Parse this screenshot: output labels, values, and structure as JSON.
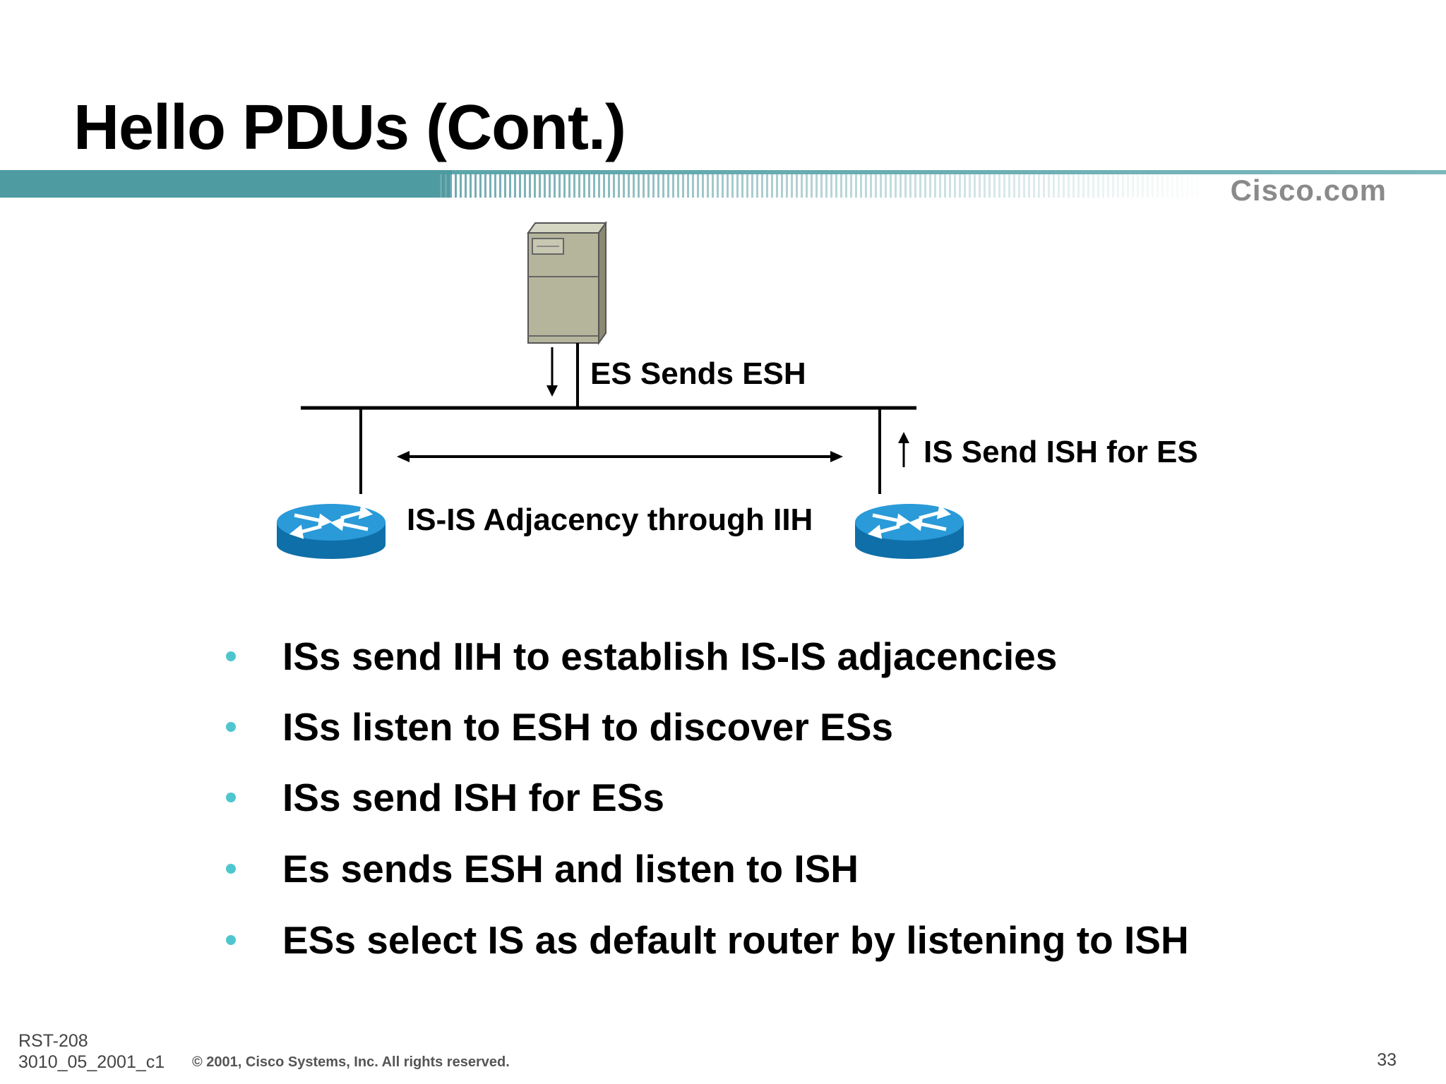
{
  "slide": {
    "title": "Hello PDUs (Cont.)",
    "brand": "Cisco.com",
    "brand_color": "#8a8a8a",
    "accent_color": "#4a9aa0"
  },
  "diagram": {
    "es_label": "ES Sends ESH",
    "ish_label": "IS Send ISH for ES",
    "adjacency_label": "IS-IS Adjacency through IIH",
    "router_color": "#1b8fd2",
    "server_color": "#b5b59c"
  },
  "bullets": [
    "ISs send IIH to establish IS-IS adjacencies",
    "ISs listen to ESH to discover ESs",
    "ISs send ISH for ESs",
    "Es sends ESH and listen to ISH",
    "ESs select IS as default router by listening to ISH"
  ],
  "footer": {
    "code_line1": "RST-208",
    "code_line2": "3010_05_2001_c1",
    "copyright": "© 2001, Cisco Systems, Inc. All rights reserved.",
    "page_number": "33"
  }
}
